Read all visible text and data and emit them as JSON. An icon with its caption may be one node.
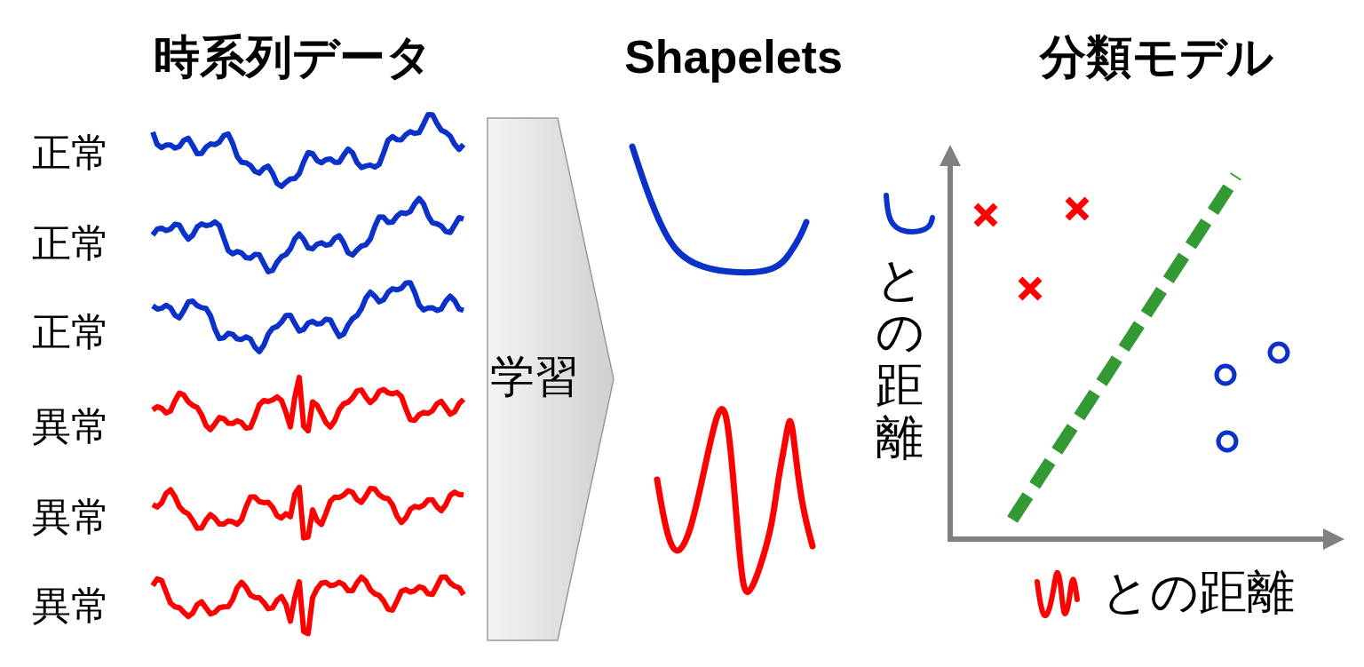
{
  "diagram": {
    "nodes": [
      {
        "text": [
          "学習"
        ]
      }
    ],
    "edges": [],
    "labels": [
      "時系列データ",
      "Shapelets",
      "分類モデル",
      "正常",
      "正常",
      "正常",
      "異常",
      "異常",
      "異常",
      "との距離",
      "との距離"
    ]
  }
}
